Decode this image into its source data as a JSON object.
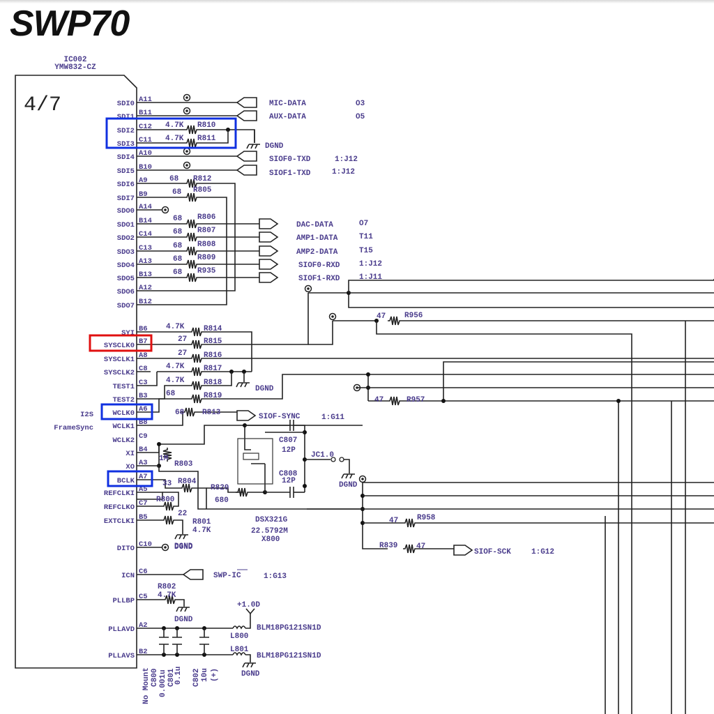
{
  "title": "SWP70",
  "ic": {
    "ref": "IC002",
    "part": "YMW832-CZ",
    "sheet": "4/7",
    "side_labels": [
      "I2S",
      "FrameSync"
    ]
  },
  "pins": [
    {
      "name": "SDI0",
      "ball": "A11"
    },
    {
      "name": "SDI1",
      "ball": "B11"
    },
    {
      "name": "SDI2",
      "ball": "C12"
    },
    {
      "name": "SDI3",
      "ball": "C11"
    },
    {
      "name": "SDI4",
      "ball": "A10"
    },
    {
      "name": "SDI5",
      "ball": "B10"
    },
    {
      "name": "SDI6",
      "ball": "A9"
    },
    {
      "name": "SDI7",
      "ball": "B9"
    },
    {
      "name": "SDO0",
      "ball": "A14"
    },
    {
      "name": "SDO1",
      "ball": "B14"
    },
    {
      "name": "SDO2",
      "ball": "C14"
    },
    {
      "name": "SDO3",
      "ball": "C13"
    },
    {
      "name": "SDO4",
      "ball": "A13"
    },
    {
      "name": "SDO5",
      "ball": "B13"
    },
    {
      "name": "SDO6",
      "ball": "A12"
    },
    {
      "name": "SDO7",
      "ball": "B12"
    },
    {
      "name": "SYI",
      "ball": "B6"
    },
    {
      "name": "SYSCLK0",
      "ball": "B7"
    },
    {
      "name": "SYSCLK1",
      "ball": "A8"
    },
    {
      "name": "SYSCLK2",
      "ball": "C8"
    },
    {
      "name": "TEST1",
      "ball": "C3"
    },
    {
      "name": "TEST2",
      "ball": "B3"
    },
    {
      "name": "WCLK0",
      "ball": "A6"
    },
    {
      "name": "WCLK1",
      "ball": "B8"
    },
    {
      "name": "WCLK2",
      "ball": "C9"
    },
    {
      "name": "XI",
      "ball": "B4"
    },
    {
      "name": "XO",
      "ball": "A3"
    },
    {
      "name": "BCLK",
      "ball": "A7"
    },
    {
      "name": "REFCLKI",
      "ball": "A5"
    },
    {
      "name": "REFCLKO",
      "ball": "C7"
    },
    {
      "name": "EXTCLKI",
      "ball": "B5"
    },
    {
      "name": "DITO",
      "ball": "C10"
    },
    {
      "name": "ICN",
      "ball": "C6"
    },
    {
      "name": "PLLBP",
      "ball": "C5"
    },
    {
      "name": "PLLAVD",
      "ball": "A2"
    },
    {
      "name": "PLLAVS",
      "ball": "B2"
    }
  ],
  "resistors": [
    {
      "ref": "R810",
      "value": "4.7K"
    },
    {
      "ref": "R811",
      "value": "4.7K"
    },
    {
      "ref": "R812",
      "value": "68"
    },
    {
      "ref": "R805",
      "value": "68"
    },
    {
      "ref": "R806",
      "value": "68"
    },
    {
      "ref": "R807",
      "value": "68"
    },
    {
      "ref": "R808",
      "value": "68"
    },
    {
      "ref": "R809",
      "value": "68"
    },
    {
      "ref": "R935",
      "value": "68"
    },
    {
      "ref": "R814",
      "value": "4.7K"
    },
    {
      "ref": "R815",
      "value": "27"
    },
    {
      "ref": "R816",
      "value": "27"
    },
    {
      "ref": "R817",
      "value": "4.7K"
    },
    {
      "ref": "R818",
      "value": "4.7K"
    },
    {
      "ref": "R819",
      "value": "68"
    },
    {
      "ref": "R813",
      "value": "68"
    },
    {
      "ref": "R803",
      "value": "1M"
    },
    {
      "ref": "R804",
      "value": "33"
    },
    {
      "ref": "R820",
      "value": "680"
    },
    {
      "ref": "R800",
      "value": "22"
    },
    {
      "ref": "R801",
      "value": "4.7K"
    },
    {
      "ref": "R802",
      "value": "4.7K"
    },
    {
      "ref": "R956",
      "value": "47"
    },
    {
      "ref": "R957",
      "value": "47"
    },
    {
      "ref": "R958",
      "value": "47"
    },
    {
      "ref": "R839",
      "value": "47"
    }
  ],
  "connectors": [
    {
      "net": "MIC-DATA",
      "ref": "O3"
    },
    {
      "net": "AUX-DATA",
      "ref": "O5"
    },
    {
      "net": "SIOF0-TXD",
      "ref": "1:J12"
    },
    {
      "net": "SIOF1-TXD",
      "ref": "1:J12"
    },
    {
      "net": "DAC-DATA",
      "ref": "O7"
    },
    {
      "net": "AMP1-DATA",
      "ref": "T11"
    },
    {
      "net": "AMP2-DATA",
      "ref": "T15"
    },
    {
      "net": "SIOF0-RXD",
      "ref": "1:J12"
    },
    {
      "net": "SIOF1-RXD",
      "ref": "1:J11"
    },
    {
      "net": "SIOF-SYNC",
      "ref": "1:G11"
    },
    {
      "net": "SIOF-SCK",
      "ref": "1:G12"
    },
    {
      "net": "SWP-IC",
      "ref": "1:G13"
    }
  ],
  "crystal": {
    "part": "DSX321G",
    "freq": "22.5792M",
    "ref": "X800"
  },
  "caps": [
    {
      "ref": "C807",
      "value": "12P"
    },
    {
      "ref": "C808",
      "value": "12P"
    },
    {
      "ref": "C800",
      "value": "0.001u",
      "note": "No Mount"
    },
    {
      "ref": "C801",
      "value": "0.1u"
    },
    {
      "ref": "C802",
      "value": "10u",
      "note": "(+)"
    }
  ],
  "inductors": [
    {
      "ref": "L800",
      "part": "BLM18PG121SN1D"
    },
    {
      "ref": "L801",
      "part": "BLM18PG121SN1D"
    }
  ],
  "jumper": "JC1.0",
  "power": "+1.0D",
  "ground": "DGND",
  "highlights": {
    "blue": [
      "SDI2/SDI3",
      "WCLK0",
      "BCLK"
    ],
    "red": [
      "SYSCLK0"
    ],
    "blue_color": "#1030e0",
    "red_color": "#e01010"
  }
}
